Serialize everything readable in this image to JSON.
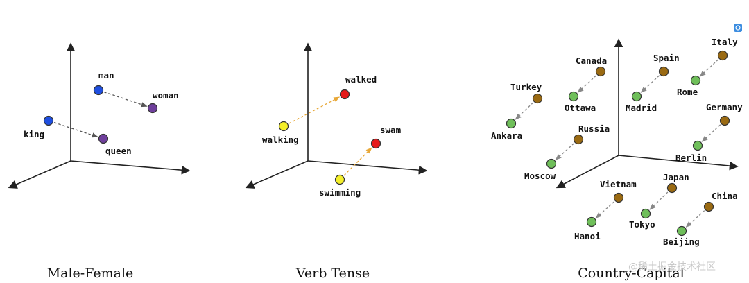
{
  "colors": {
    "male": "#1f4fe0",
    "female": "#6f3f9c",
    "present": "#f4ef2a",
    "past": "#e61a1a",
    "country": "#9a6a12",
    "capital": "#6fbf5a",
    "gender_arrow": "#555555",
    "tense_arrow": "#e8a838",
    "capital_arrow": "#888888"
  },
  "panels": [
    {
      "caption": "Male-Female",
      "pairs": [
        {
          "from": "man",
          "to": "woman"
        },
        {
          "from": "king",
          "to": "queen"
        }
      ]
    },
    {
      "caption": "Verb Tense",
      "pairs": [
        {
          "from": "walking",
          "to": "walked"
        },
        {
          "from": "swimming",
          "to": "swam"
        }
      ]
    },
    {
      "caption": "Country-Capital",
      "pairs": [
        {
          "from": "Turkey",
          "to": "Ankara"
        },
        {
          "from": "Canada",
          "to": "Ottawa"
        },
        {
          "from": "Spain",
          "to": "Madrid"
        },
        {
          "from": "Italy",
          "to": "Rome"
        },
        {
          "from": "Russia",
          "to": "Moscow"
        },
        {
          "from": "Germany",
          "to": "Berlin"
        },
        {
          "from": "Vietnam",
          "to": "Hanoi"
        },
        {
          "from": "Japan",
          "to": "Tokyo"
        },
        {
          "from": "China",
          "to": "Beijing"
        }
      ]
    }
  ],
  "watermark": "@稀土掘金技术社区",
  "corner_badge_icon": "app-badge-icon"
}
